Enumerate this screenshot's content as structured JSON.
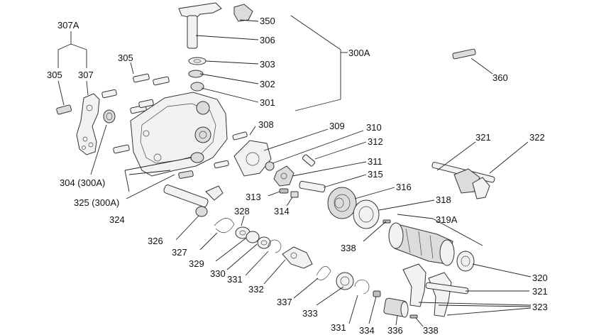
{
  "labels": {
    "l307A": "307A",
    "l305a": "305",
    "l307": "307",
    "l305b": "305",
    "l304": "304 (300A)",
    "l325": "325 (300A)",
    "l324": "324",
    "l350": "350",
    "l306": "306",
    "l303": "303",
    "l302": "302",
    "l301": "301",
    "l300A": "300A",
    "l360": "360",
    "l308": "308",
    "l309": "309",
    "l310": "310",
    "l312": "312",
    "l311": "311",
    "l315": "315",
    "l316": "316",
    "l313": "313",
    "l314": "314",
    "l318": "318",
    "l319A": "319A",
    "l321a": "321",
    "l322": "322",
    "l328": "328",
    "l326": "326",
    "l327": "327",
    "l329": "329",
    "l330": "330",
    "l331a": "331",
    "l332": "332",
    "l337": "337",
    "l333": "333",
    "l331b": "331",
    "l334": "334",
    "l336": "336",
    "l338a": "338",
    "l338b": "338",
    "l320": "320",
    "l321b": "321",
    "l323": "323"
  }
}
